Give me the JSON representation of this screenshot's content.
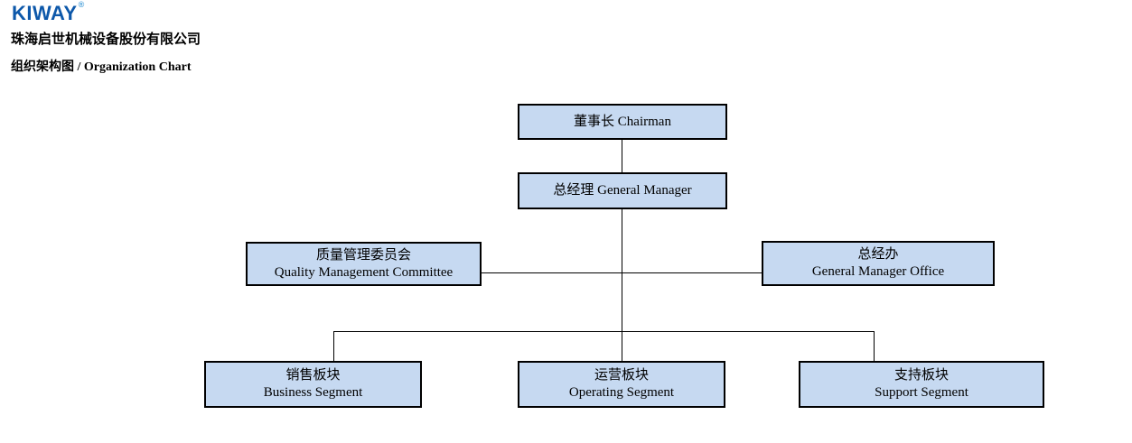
{
  "header": {
    "logo": {
      "text": "KIWAY",
      "registered_mark": "®",
      "color": "#0d58aa",
      "mark_color": "#4aa0d9"
    },
    "company_name": "珠海启世机械设备股份有限公司",
    "chart_title": "组织架构图 / Organization Chart"
  },
  "org_chart": {
    "node_fill_color": "#c6d9f1",
    "node_border_color": "#000000",
    "connector_color": "#000000",
    "nodes": {
      "chairman": {
        "line1": "董事长 Chairman"
      },
      "general_manager": {
        "line1": "总经理 General Manager"
      },
      "quality_committee": {
        "line1": "质量管理委员会",
        "line2": "Quality Management Committee"
      },
      "gm_office": {
        "line1": "总经办",
        "line2": "General Manager Office"
      },
      "business_segment": {
        "line1": "销售板块",
        "line2": "Business Segment"
      },
      "operating_segment": {
        "line1": "运营板块",
        "line2": "Operating Segment"
      },
      "support_segment": {
        "line1": "支持板块",
        "line2": "Support Segment"
      }
    },
    "edges": [
      {
        "from": "chairman",
        "to": "general_manager"
      },
      {
        "from": "general_manager",
        "to": "quality_committee"
      },
      {
        "from": "general_manager",
        "to": "gm_office"
      },
      {
        "from": "general_manager",
        "to": "business_segment"
      },
      {
        "from": "general_manager",
        "to": "operating_segment"
      },
      {
        "from": "general_manager",
        "to": "support_segment"
      }
    ]
  }
}
